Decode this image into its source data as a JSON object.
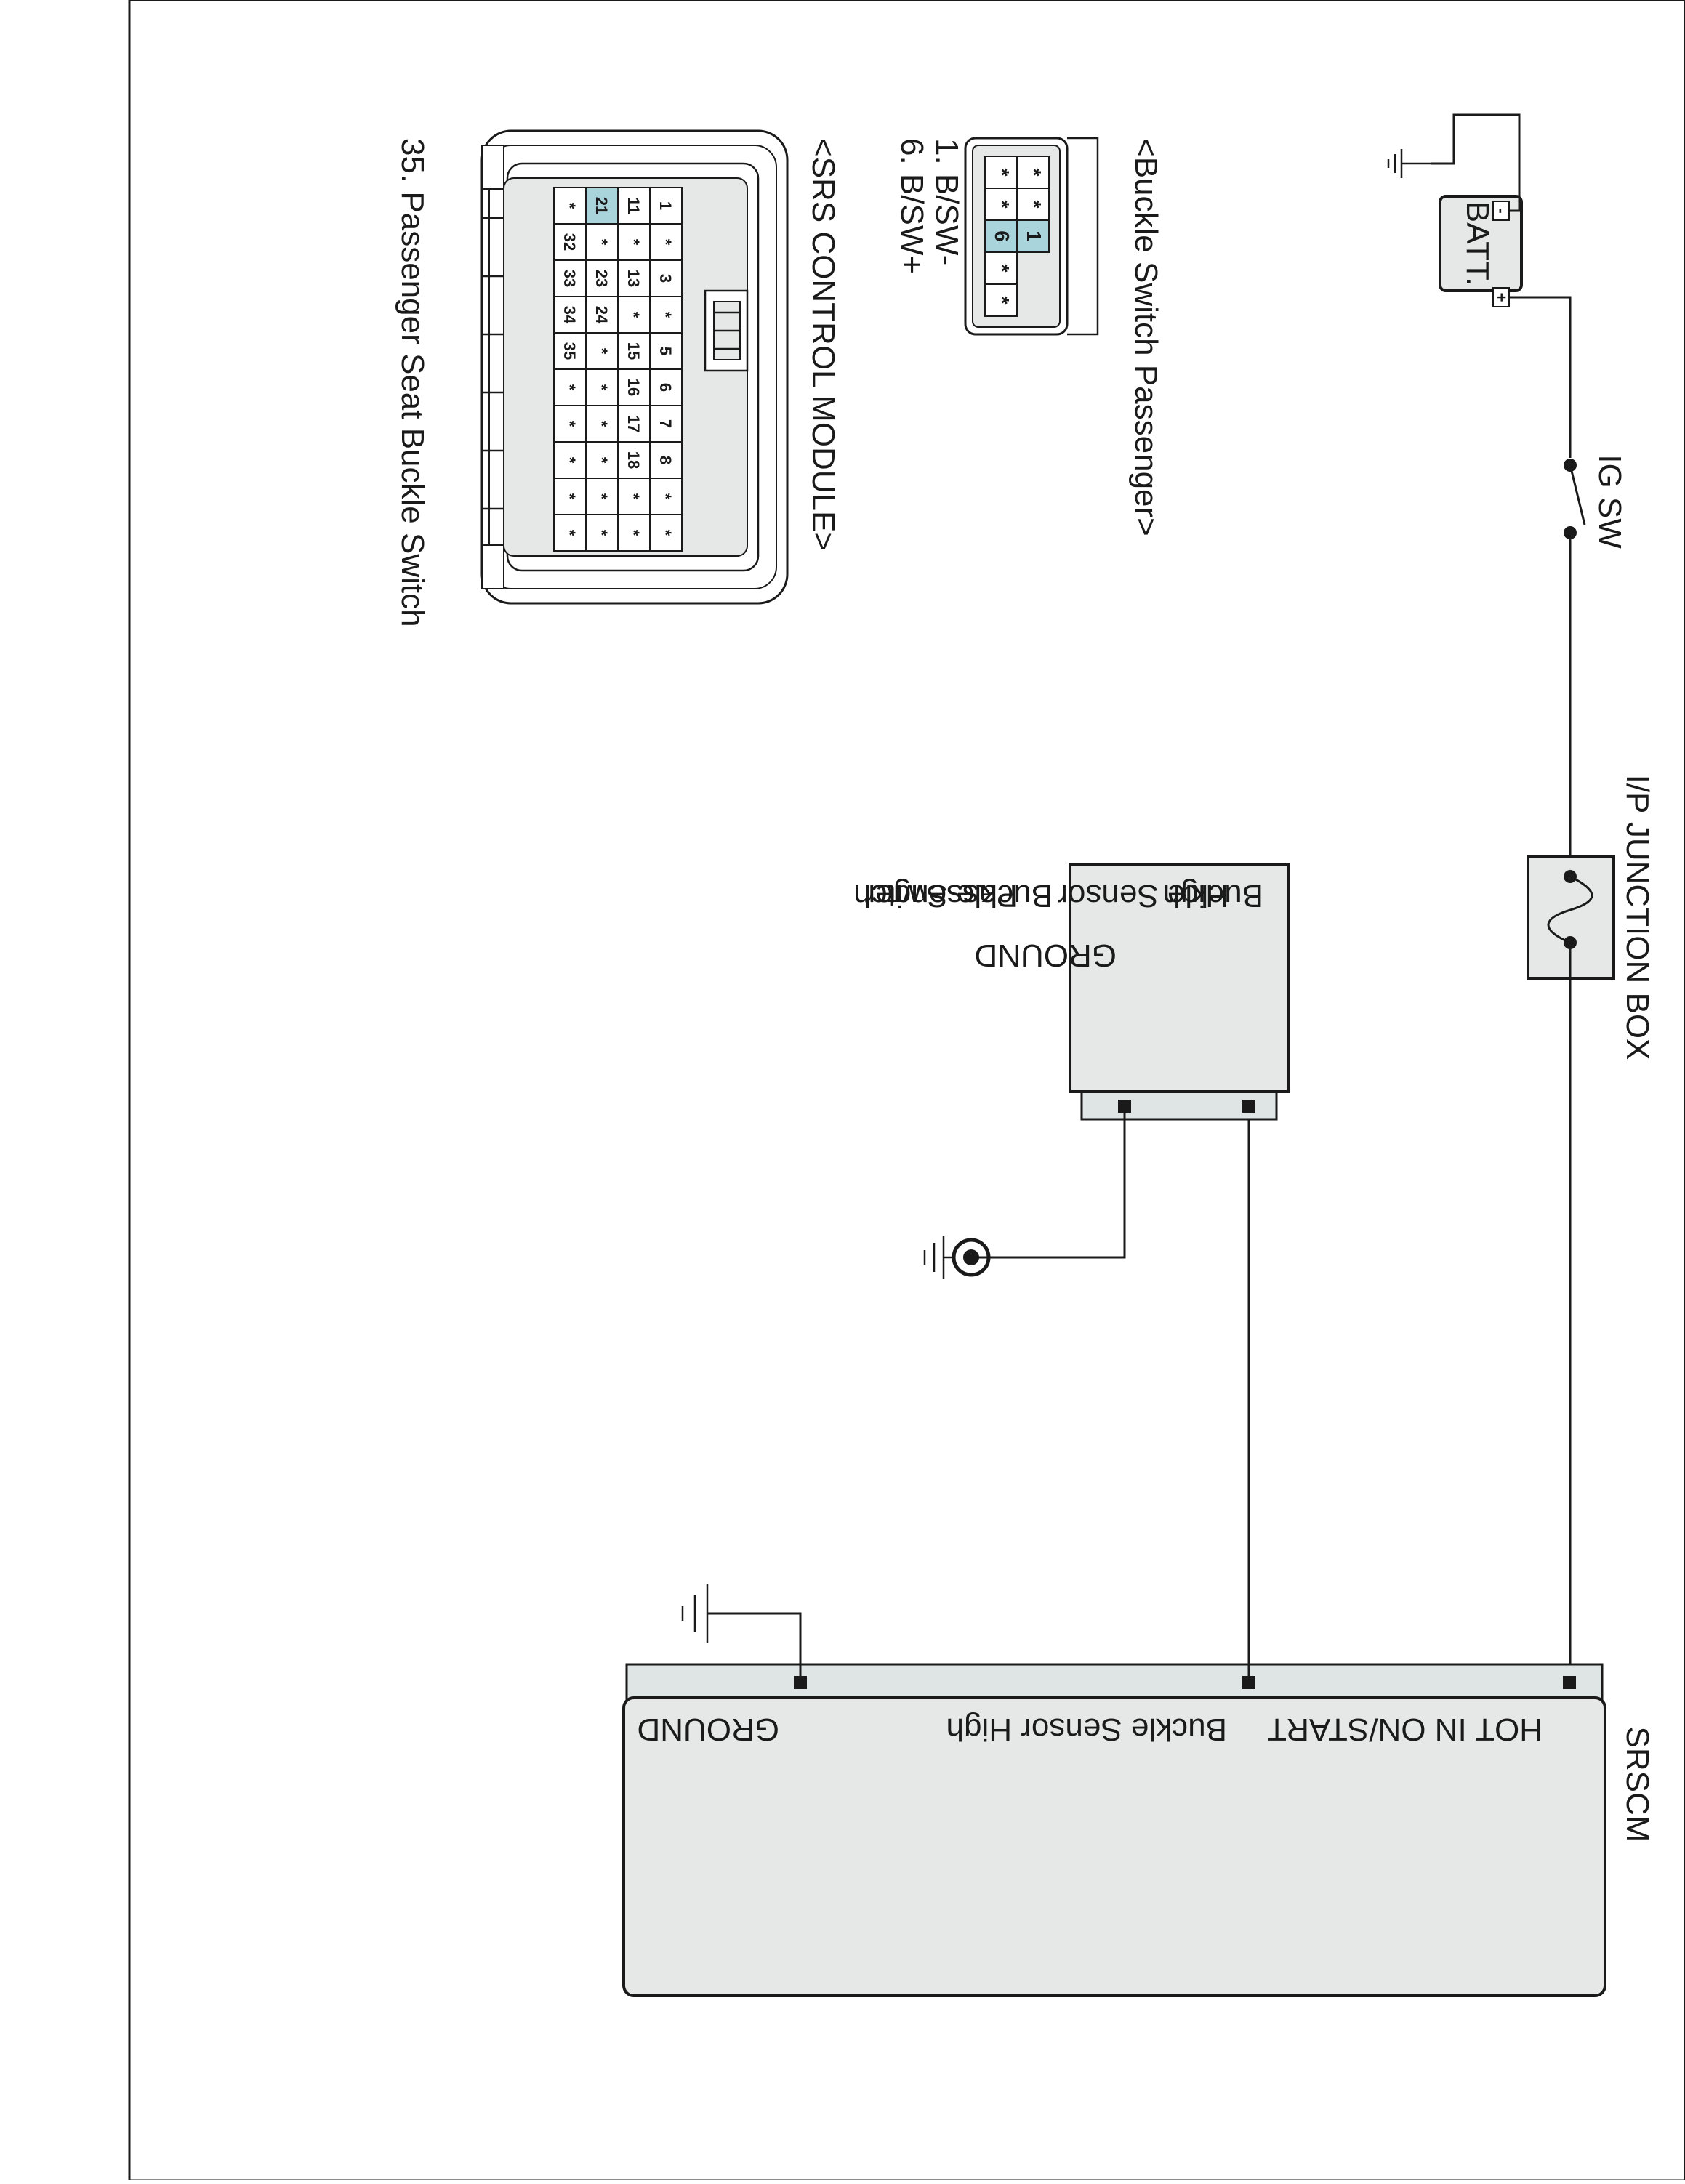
{
  "battery": {
    "label": "BATT.",
    "minus": "-",
    "plus": "+"
  },
  "ig_switch": {
    "label": "IG SW"
  },
  "junction_box": {
    "label": "I/P JUNCTION BOX"
  },
  "srscm": {
    "title": "SRSCM",
    "pin_hot": "HOT IN ON/START",
    "pin_buckle": "Buckle Sensor High",
    "pin_ground": "GROUND"
  },
  "buckle_switch": {
    "label_line1": "Buckle Switch",
    "label_line2": "Passenger",
    "pin_high_line1": "Buckle Sensor",
    "pin_high_line2": "High",
    "pin_ground": "GROUND"
  },
  "buckle_connector": {
    "title": "<Buckle Switch Passenger>",
    "legend_1": "1. B/SW-",
    "legend_2": "6. B/SW+",
    "rows": [
      [
        "*",
        "*",
        "1"
      ],
      [
        "*",
        "*",
        "6",
        "*",
        "*"
      ]
    ],
    "highlight": [
      "1",
      "6"
    ]
  },
  "srs_connector": {
    "title": "<SRS CONTROL MODULE>",
    "legend": "35. Passenger Seat Buckle Switch",
    "rows": [
      [
        "1",
        "*",
        "3",
        "*",
        "5",
        "6",
        "7",
        "8",
        "*",
        "*"
      ],
      [
        "11",
        "*",
        "13",
        "*",
        "15",
        "16",
        "17",
        "18",
        "*",
        "*"
      ],
      [
        "21",
        "*",
        "23",
        "24",
        "*",
        "*",
        "*",
        "*",
        "*",
        "*"
      ],
      [
        "*",
        "32",
        "33",
        "34",
        "35",
        "*",
        "*",
        "*",
        "*",
        "*"
      ]
    ],
    "highlight": [
      "21"
    ]
  },
  "colors": {
    "highlight": "#a9d4dc",
    "box_fill": "#e6e8e8",
    "header_fill": "#dfe4e4"
  }
}
